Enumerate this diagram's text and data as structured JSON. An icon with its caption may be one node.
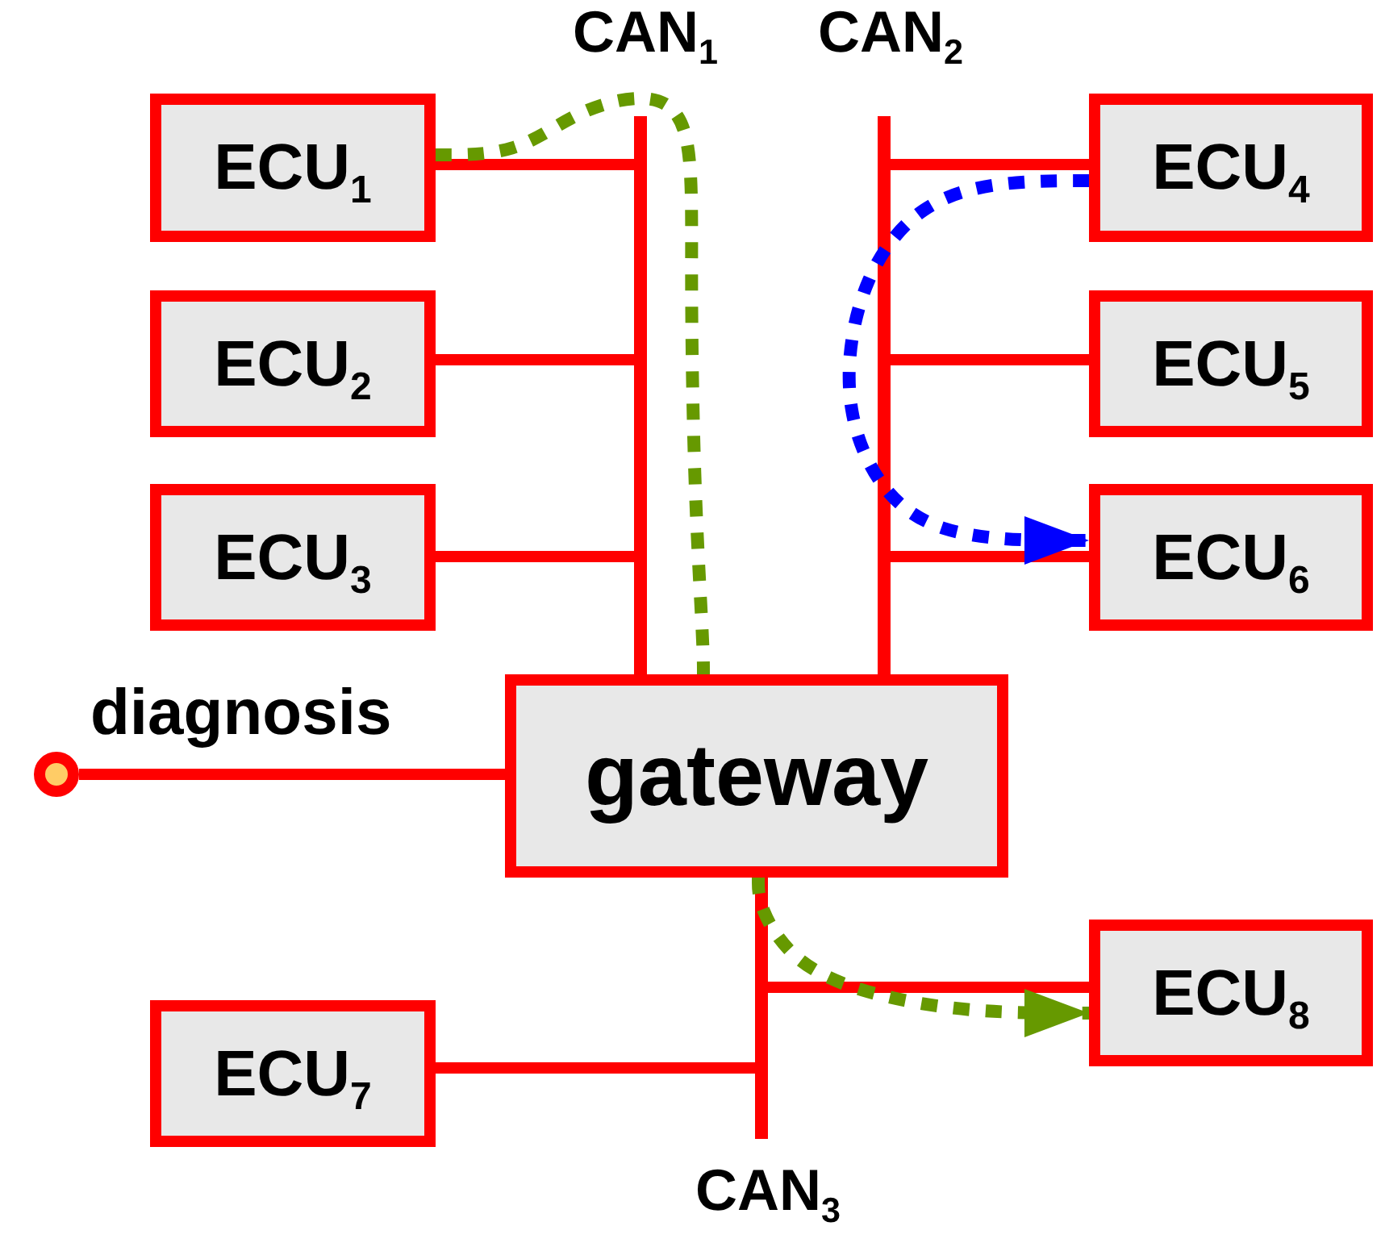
{
  "diagram": {
    "nodes": [
      {
        "text": [
          "CAN$_{1}$"
        ]
      },
      {
        "text": [
          "CAN$_{2}$"
        ]
      },
      {
        "text": [
          "ECU$_{1}$"
        ]
      },
      {
        "text": [
          "ECU$_{2}$"
        ]
      },
      {
        "text": [
          "ECU$_{3}$"
        ]
      },
      {
        "text": [
          "ECU$_{4}$"
        ]
      },
      {
        "text": [
          "ECU$_{5}$"
        ]
      },
      {
        "text": [
          "ECU$_{6}$"
        ]
      },
      {
        "text": [],
        "shape": "circle",
        "beside": [
          "diagnosis"
        ]
      },
      {
        "text": [
          "gateway"
        ]
      },
      {
        "text": [
          "ECU$_{8}$"
        ]
      },
      {
        "text": [
          "ECU$_{7}$"
        ]
      },
      {
        "text": [
          "CAN$_{3}$"
        ]
      }
    ],
    "edges": [
      {
        "from": 2,
        "to": 0,
        "arrow": "none"
      },
      {
        "from": 3,
        "to": 0,
        "arrow": "none"
      },
      {
        "from": 4,
        "to": 0,
        "arrow": "none"
      },
      {
        "from": 1,
        "to": 5,
        "arrow": "none"
      },
      {
        "from": 1,
        "to": 6,
        "arrow": "none"
      },
      {
        "from": 1,
        "to": 7,
        "arrow": "none"
      },
      {
        "from": 8,
        "to": 9,
        "arrow": "none"
      },
      {
        "from": 12,
        "to": 10,
        "arrow": "none"
      },
      {
        "from": 11,
        "to": 12,
        "arrow": "none"
      },
      {
        "from": 2,
        "to": 9,
        "arrow": "none",
        "style": "dashed",
        "color": "#669900"
      },
      {
        "from": 9,
        "to": 10,
        "arrow": "to",
        "style": "dashed",
        "color": "#669900"
      },
      {
        "from": 5,
        "to": 7,
        "arrow": "to",
        "style": "dashed",
        "color": "#0000ff"
      }
    ]
  }
}
